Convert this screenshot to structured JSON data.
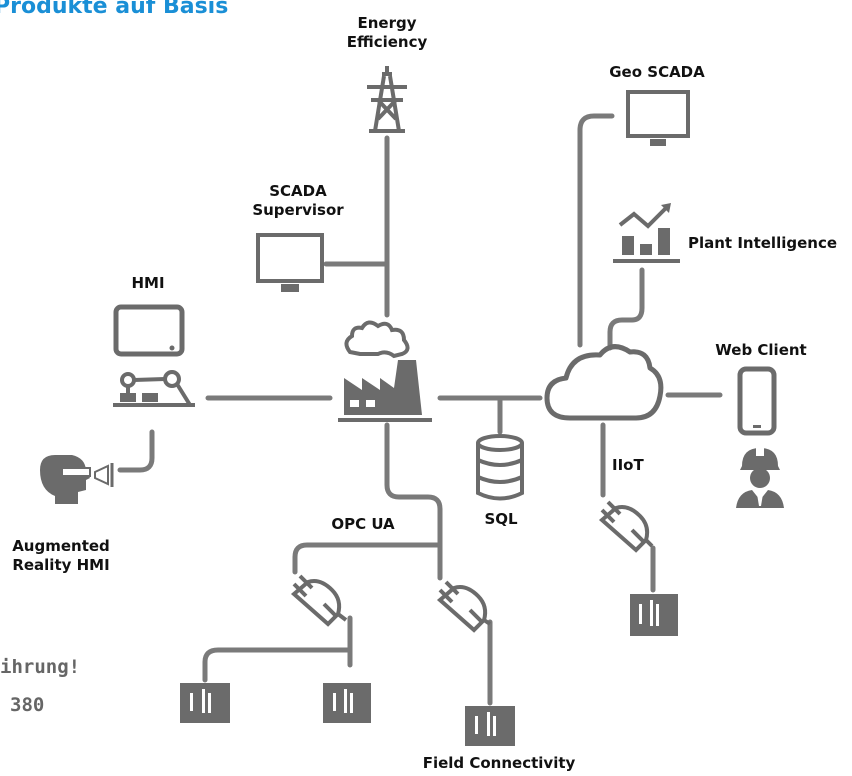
{
  "heading": "Produkte auf Basis",
  "labels": {
    "energy_efficiency": [
      "Energy",
      "Efficiency"
    ],
    "geo_scada": "Geo SCADA",
    "scada_supervisor": [
      "SCADA",
      "Supervisor"
    ],
    "plant_intelligence": "Plant Intelligence",
    "hmi": "HMI",
    "web_client": "Web Client",
    "iiot": "IIoT",
    "sql": "SQL",
    "opc_ua": "OPC UA",
    "augmented_reality_hmi": [
      "Augmented",
      "Reality HMI"
    ],
    "field_connectivity": "Field Connectivity"
  },
  "cut_text": [
    "ihrung!",
    "380"
  ],
  "colors": {
    "line": "#7a7a7a",
    "icon": "#6b6b6b",
    "heading": "#1a8fd6",
    "text": "#111111"
  },
  "icons": [
    "power-pylon-icon",
    "monitor-icon",
    "chart-icon",
    "tablet-icon",
    "robot-arm-icon",
    "factory-icon",
    "cloud-icon",
    "smartphone-icon",
    "worker-icon",
    "database-icon",
    "ar-head-icon",
    "plug-icon",
    "io-device-icon"
  ]
}
